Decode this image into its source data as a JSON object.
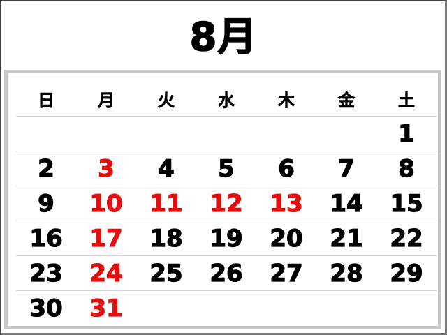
{
  "title": "8月",
  "weekdays": [
    "日",
    "月",
    "火",
    "水",
    "木",
    "金",
    "土"
  ],
  "weeks": [
    [
      {
        "d": ""
      },
      {
        "d": ""
      },
      {
        "d": ""
      },
      {
        "d": ""
      },
      {
        "d": ""
      },
      {
        "d": ""
      },
      {
        "d": "1"
      }
    ],
    [
      {
        "d": "2"
      },
      {
        "d": "3",
        "holiday": true
      },
      {
        "d": "4"
      },
      {
        "d": "5"
      },
      {
        "d": "6"
      },
      {
        "d": "7"
      },
      {
        "d": "8"
      }
    ],
    [
      {
        "d": "9"
      },
      {
        "d": "10",
        "holiday": true
      },
      {
        "d": "11",
        "holiday": true
      },
      {
        "d": "12",
        "holiday": true
      },
      {
        "d": "13",
        "holiday": true
      },
      {
        "d": "14"
      },
      {
        "d": "15"
      }
    ],
    [
      {
        "d": "16"
      },
      {
        "d": "17",
        "holiday": true
      },
      {
        "d": "18"
      },
      {
        "d": "19"
      },
      {
        "d": "20"
      },
      {
        "d": "21"
      },
      {
        "d": "22"
      }
    ],
    [
      {
        "d": "23"
      },
      {
        "d": "24",
        "holiday": true
      },
      {
        "d": "25"
      },
      {
        "d": "26"
      },
      {
        "d": "27"
      },
      {
        "d": "28"
      },
      {
        "d": "29"
      }
    ],
    [
      {
        "d": "30"
      },
      {
        "d": "31",
        "holiday": true
      },
      {
        "d": ""
      },
      {
        "d": ""
      },
      {
        "d": ""
      },
      {
        "d": ""
      },
      {
        "d": ""
      }
    ]
  ],
  "colors": {
    "holiday": "#e01010",
    "normal": "#000000",
    "border": "#c8c8c8"
  }
}
